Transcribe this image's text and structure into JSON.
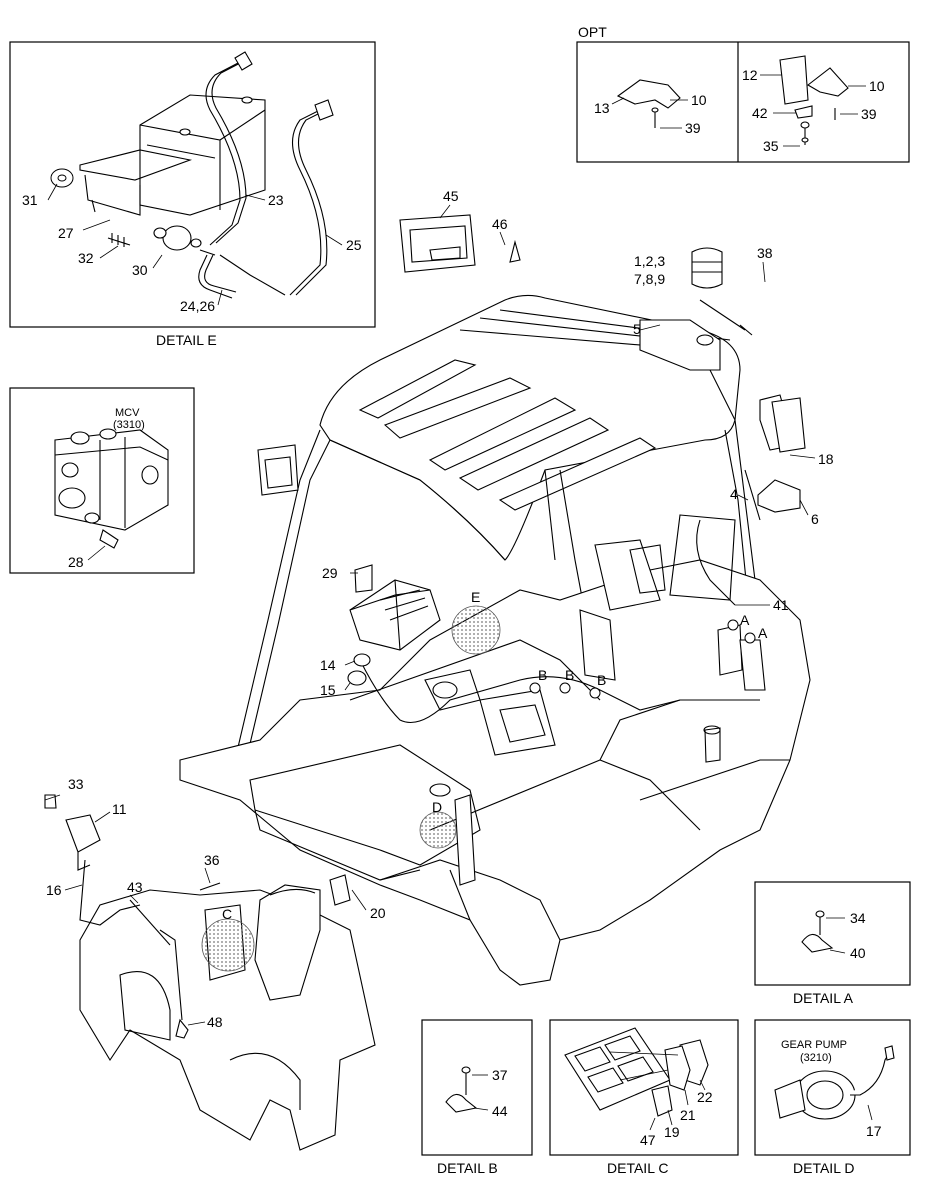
{
  "opt_label": "OPT",
  "detail_e": {
    "caption": "DETAIL E",
    "callouts": [
      "31",
      "27",
      "32",
      "30",
      "24,26",
      "23",
      "25"
    ]
  },
  "mcv_box": {
    "title_line1": "MCV",
    "title_line2": "(3310)",
    "callouts": [
      "28"
    ]
  },
  "opt_box": {
    "left_callouts": [
      "13",
      "10",
      "39"
    ],
    "right_callouts": [
      "12",
      "10",
      "42",
      "39",
      "35"
    ]
  },
  "main": {
    "callouts": [
      "45",
      "46",
      "1,2,3",
      "7,8,9",
      "38",
      "5",
      "18",
      "4",
      "6",
      "29",
      "41",
      "14",
      "15",
      "33",
      "11",
      "16",
      "43",
      "36",
      "20",
      "48"
    ],
    "detail_refs": [
      "E",
      "D",
      "C",
      "B",
      "B",
      "B",
      "A",
      "A"
    ]
  },
  "detail_a": {
    "caption": "DETAIL A",
    "callouts": [
      "34",
      "40"
    ]
  },
  "detail_b": {
    "caption": "DETAIL B",
    "callouts": [
      "37",
      "44"
    ]
  },
  "detail_c": {
    "caption": "DETAIL C",
    "callouts": [
      "22",
      "21",
      "47",
      "19"
    ]
  },
  "detail_d": {
    "caption": "DETAIL D",
    "title_line1": "GEAR PUMP",
    "title_line2": "(3210)",
    "callouts": [
      "17"
    ]
  },
  "colors": {
    "line": "#000000",
    "dot_circle": "#9a9a9a",
    "background": "#ffffff"
  }
}
